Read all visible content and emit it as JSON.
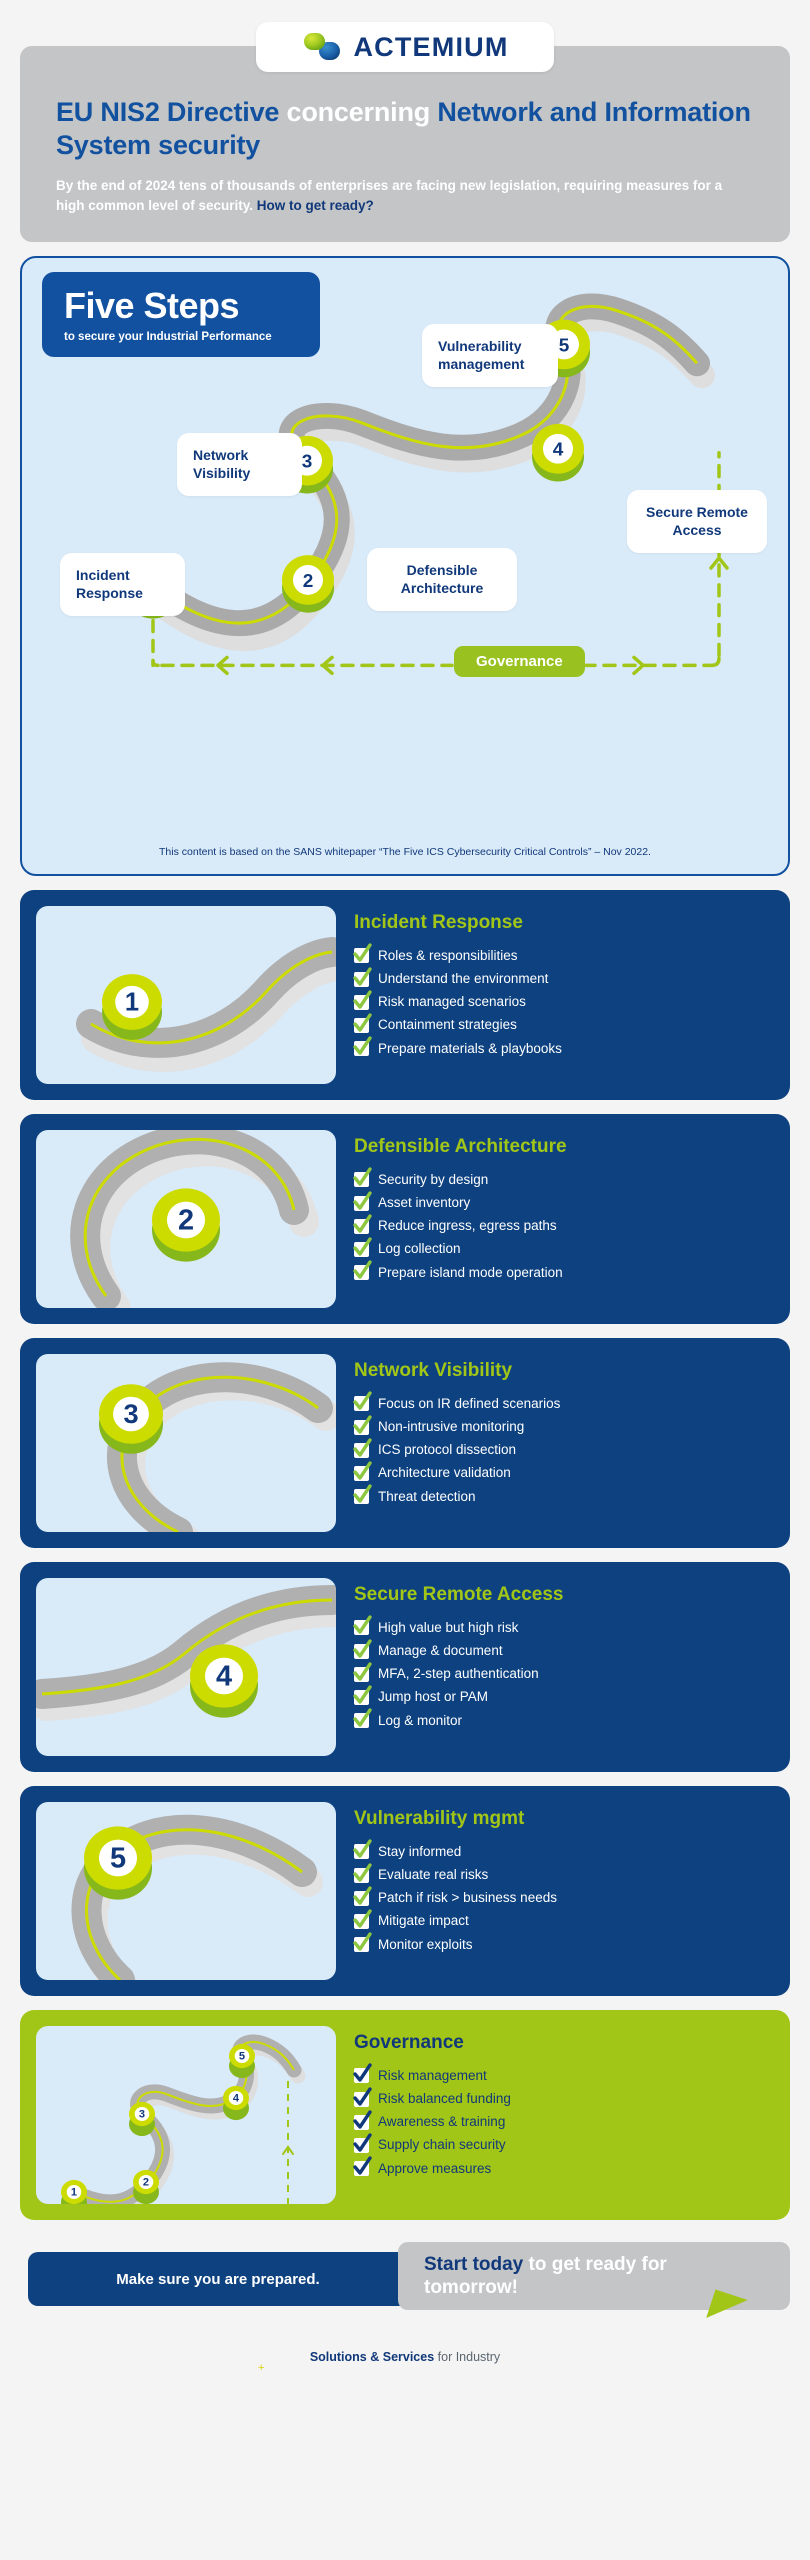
{
  "brand": {
    "logo_word": "ACTEMIUM",
    "colors": {
      "navy": "#10387a",
      "blue": "#11519f",
      "card_blue": "#0d4180",
      "green": "#a2c617",
      "lime": "#cddc00",
      "grey": "#c3c5c6",
      "light_blue": "#d9eaf9"
    }
  },
  "header": {
    "title_part1": "EU NIS2 Directive ",
    "title_highlight": "concerning",
    "title_part2": " Network and Information System security",
    "subtitle_main": "By the end of 2024 tens of thousands of enterprises are facing new legislation, requiring measures for a high common level of security. ",
    "subtitle_accent": "How to get ready?"
  },
  "diagram": {
    "badge_title": "Five Steps",
    "badge_subtitle": "to secure your Industrial Performance",
    "labels": {
      "vulnerability": "Vulnerability management",
      "network": "Network Visibility",
      "secure_remote": "Secure Remote Access",
      "defensible": "Defensible Architecture",
      "incident": "Incident Response"
    },
    "governance_pill": "Governance",
    "step_numbers": [
      "1",
      "2",
      "3",
      "4",
      "5"
    ],
    "footnote": "This content is based on the SANS whitepaper “The Five ICS Cybersecurity Critical Controls” – Nov 2022."
  },
  "cards": [
    {
      "number": "1",
      "title": "Incident Response",
      "theme": "blue",
      "bullets": [
        "Roles & responsibilities",
        "Understand the environment",
        "Risk managed scenarios",
        "Containment strategies",
        "Prepare materials & playbooks"
      ]
    },
    {
      "number": "2",
      "title": "Defensible Architecture",
      "theme": "blue",
      "bullets": [
        "Security by design",
        "Asset inventory",
        "Reduce ingress, egress paths",
        "Log collection",
        "Prepare island mode operation"
      ]
    },
    {
      "number": "3",
      "title": "Network Visibility",
      "theme": "blue",
      "bullets": [
        "Focus on IR defined scenarios",
        "Non-intrusive monitoring",
        "ICS protocol dissection",
        "Architecture validation",
        "Threat detection"
      ]
    },
    {
      "number": "4",
      "title": "Secure Remote Access",
      "theme": "blue",
      "bullets": [
        "High value but high risk",
        "Manage & document",
        "MFA, 2-step authentication",
        "Jump host or PAM",
        "Log & monitor"
      ]
    },
    {
      "number": "5",
      "title": "Vulnerability mgmt",
      "theme": "blue",
      "bullets": [
        "Stay informed",
        "Evaluate real risks",
        "Patch if risk > business needs",
        "Mitigate impact",
        "Monitor exploits"
      ]
    },
    {
      "number": "",
      "title": "Governance",
      "theme": "green",
      "bullets": [
        "Risk management",
        "Risk balanced funding",
        "Awareness & training",
        "Supply chain security",
        "Approve measures"
      ]
    }
  ],
  "footer": {
    "cta_left": "Make sure you are prepared.",
    "cta_right_accent": "Start today",
    "cta_right_rest": " to get ready for tomorrow!",
    "tagline_bold": "Solutions & Services",
    "tagline_light": " for Industry"
  }
}
